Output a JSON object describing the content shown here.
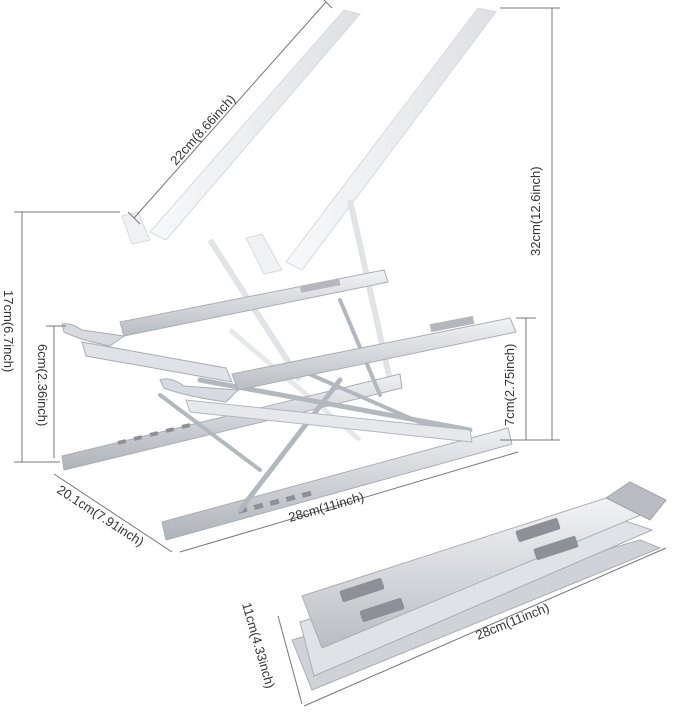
{
  "colors": {
    "background": "#ffffff",
    "aluminum_light": "#e9ebee",
    "aluminum_mid": "#cfd3d8",
    "aluminum_dark": "#a9aeb4",
    "pad_gray": "#8d9197",
    "dimension_line": "#777777",
    "text": "#333333"
  },
  "dimensions": {
    "arm_length": "22cm(8.66inch)",
    "max_height": "32cm(12.6inch)",
    "mid_height": "17cm(6.7inch)",
    "front_lip_height": "6cm(2.36inch)",
    "low_height": "7cm(2.75inch)",
    "depth": "20.1cm(7.91inch)",
    "width": "28cm(11inch)",
    "folded_height": "11cm(4.33inch)",
    "folded_width": "28cm(11inch)"
  }
}
